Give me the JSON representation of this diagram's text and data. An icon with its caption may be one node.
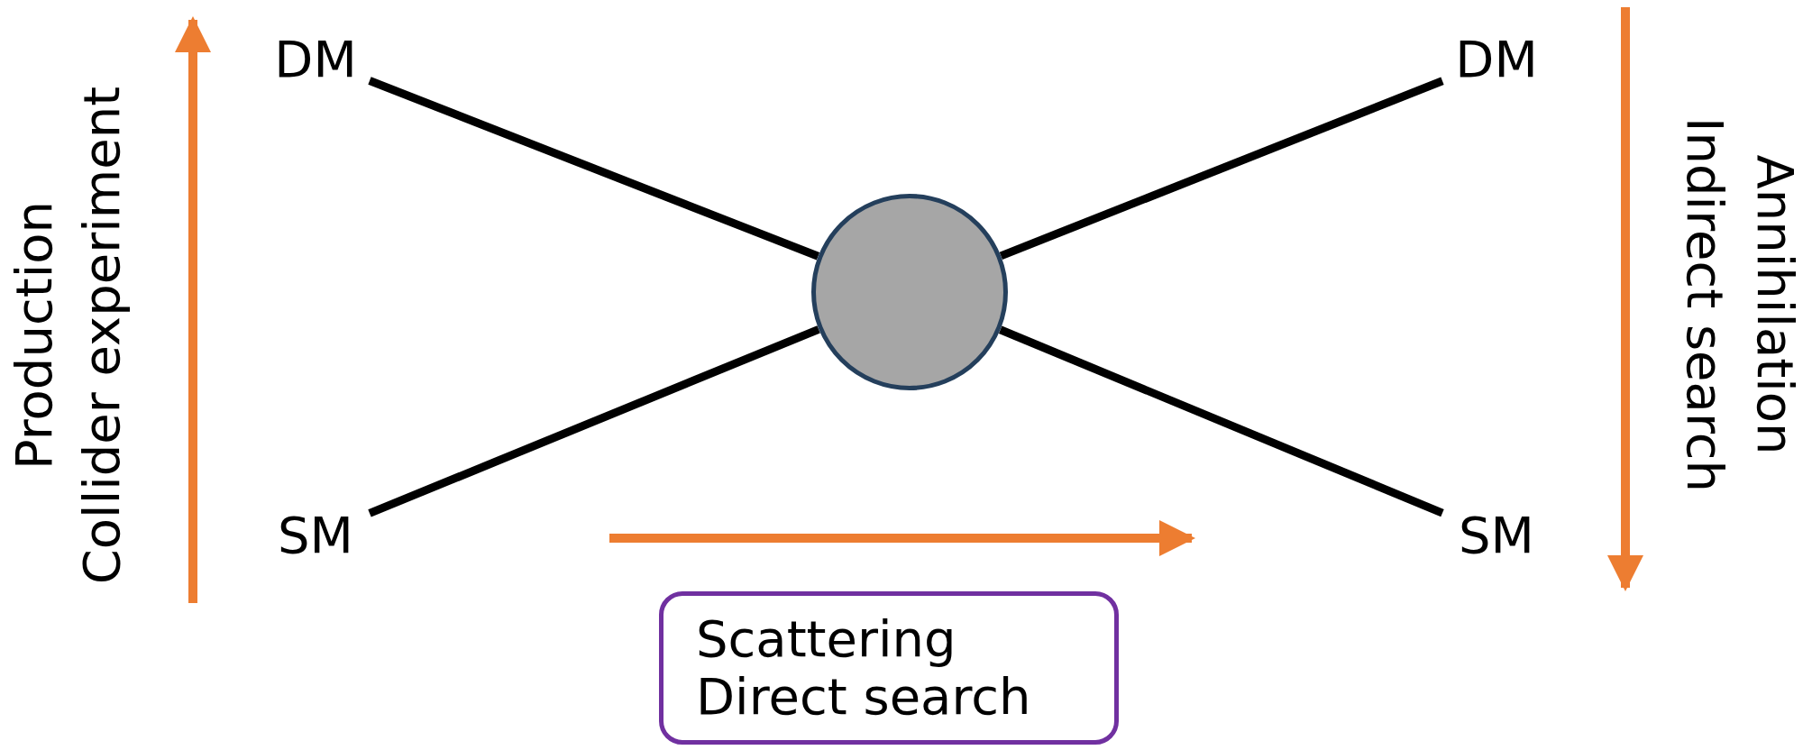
{
  "diagram": {
    "nodes": [
      {
        "text": [
          "DM"
        ]
      },
      {
        "text": [
          "DM"
        ]
      },
      {
        "text": [],
        "shape": "circle"
      },
      {
        "text": [
          "SM"
        ]
      },
      {
        "text": [
          "SM"
        ]
      },
      {
        "text": [
          "Scattering",
          "Direct search"
        ]
      }
    ],
    "edges": [
      {
        "from": 0,
        "to": 2,
        "arrow": "none"
      },
      {
        "from": 2,
        "to": 1,
        "arrow": "none"
      },
      {
        "from": 3,
        "to": 2,
        "arrow": "none"
      },
      {
        "from": 2,
        "to": 4,
        "arrow": "none"
      }
    ],
    "labels": [
      "Production",
      "Collider experiment",
      "Annihilation",
      "Indirect search"
    ]
  }
}
